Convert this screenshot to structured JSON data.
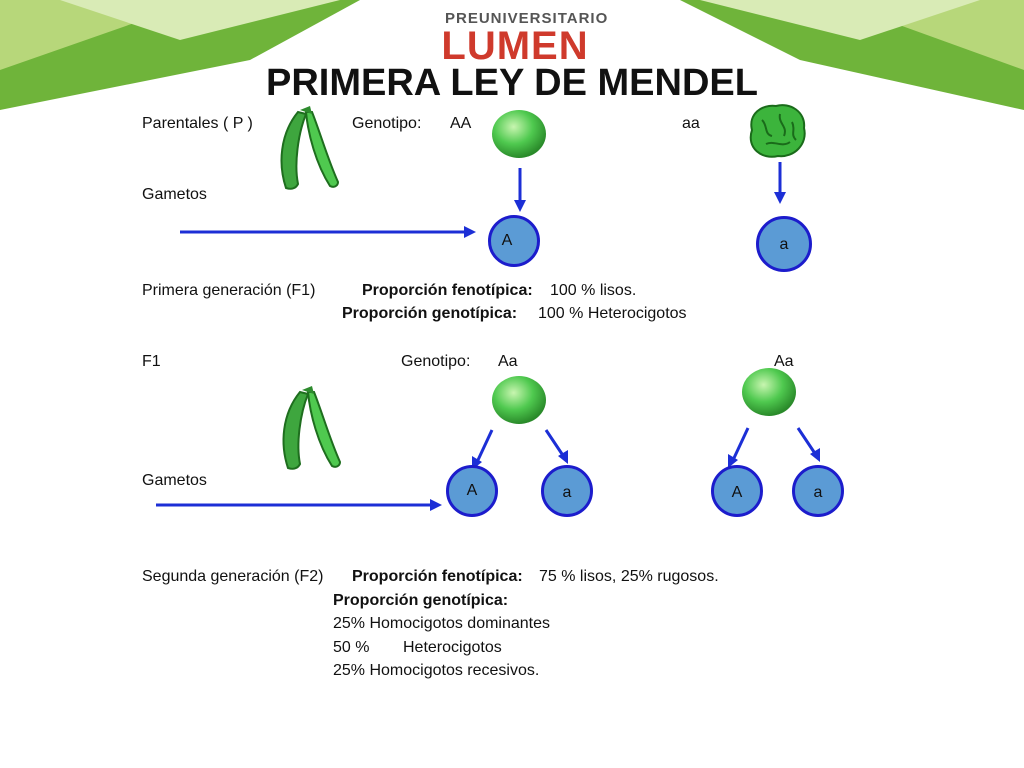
{
  "logo": {
    "top": "PREUNIVERSITARIO",
    "main": "LUMEN"
  },
  "title": "PRIMERA LEY DE MENDEL",
  "parentales": {
    "label": "Parentales ( P )",
    "genotipo_label": "Genotipo:",
    "genotipo_1": "AA",
    "genotipo_2": "aa"
  },
  "gametos_1": {
    "label": "Gametos",
    "g1": "A",
    "g2": "a"
  },
  "f1_line": {
    "label": "Primera generación (F1)",
    "fen_label": "Proporción fenotípica:",
    "fen_value": "100 % lisos.",
    "gen_label": "Proporción genotípica:",
    "gen_value": "100 % Heterocigotos"
  },
  "f1": {
    "label": "F1",
    "genotipo_label": "Genotipo:",
    "genotipo_1": "Aa",
    "genotipo_2": "Aa"
  },
  "gametos_2": {
    "label": "Gametos",
    "g1": "A",
    "g2": "a",
    "g3": "A",
    "g4": "a"
  },
  "f2": {
    "label": "Segunda generación (F2)",
    "fen_label": "Proporción fenotípica:",
    "fen_value": "75 % lisos, 25% rugosos.",
    "gen_label": "Proporción genotípica:",
    "r1": "25% Homocigotos dominantes",
    "r2_pct": "50 %",
    "r2_text": "Heterocigotos",
    "r3": "25% Homocigotos recesivos."
  },
  "colors": {
    "pea_green": "#4fc94f",
    "gamete_fill": "#5b9bd5",
    "gamete_border": "#1c1ccc",
    "arrow": "#1c2fd6",
    "header_green": "#7cbf3a"
  }
}
